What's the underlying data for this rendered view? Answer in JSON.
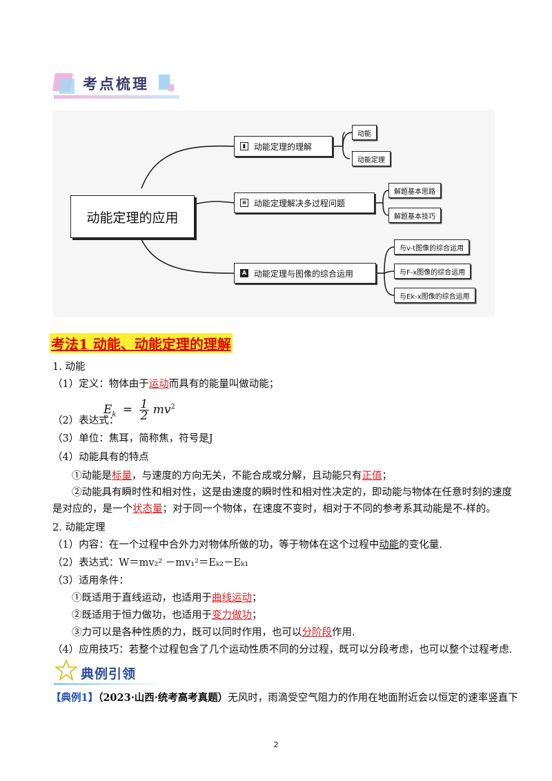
{
  "section_title": "考点梳理",
  "mindmap": {
    "root": "动能定理的应用",
    "branches": [
      {
        "label": "动能定理的理解",
        "icon": "lock-icon",
        "leaves": [
          "动能",
          "动能定理"
        ]
      },
      {
        "label": "动能定理解决多过程问题",
        "icon": "list-icon",
        "leaves": [
          "解题基本思路",
          "解题基本技巧"
        ]
      },
      {
        "label": "动能定理与图像的综合运用",
        "icon": "image-icon",
        "leaves": [
          "与v-t图像的综合运用",
          "与F-x图像的综合运用",
          "与Ek-x图像的综合运用"
        ]
      }
    ]
  },
  "heading": "考法1 动能、动能定理的理解",
  "s1": {
    "title": "1. 动能",
    "def_pre": "（1）定义：物体由于",
    "def_key": "运动",
    "def_post": "而具有的能量叫做动能；",
    "expr_label": "（2）表达式：",
    "formula_lhs": "E",
    "formula_sub": "k",
    "formula_num": "1",
    "formula_den": "2",
    "formula_rhs": "mv",
    "formula_sup": "2",
    "unit": "（3）单位：焦耳，简称焦，符号是J",
    "feat_title": "（4）动能具有的特点",
    "f1_pre": "①动能是",
    "f1_key": "标量",
    "f1_mid": "，与速度的方向无关，不能合成或分解，且动能只有",
    "f1_key2": "正值",
    "f1_post": "；",
    "f2_line1": "②动能具有瞬时性和相对性，这是由速度的瞬时性和相对性决定的，即动能与物体在任意时刻的速度",
    "f2_pre": "是对应的，是一个",
    "f2_key": "状态量",
    "f2_post": "；对于同一个物体，在速度不变时，相对于不同的参考系其动能是不-样的。"
  },
  "s2": {
    "title": "2. 动能定理",
    "content_pre": "（1）内容：在一个过程中合外力对物体所做的功，等于物体在这个过程中",
    "content_key": "动能",
    "content_post": "的变化量.",
    "expr": "（2）表达式：W＝mv₂² －mv₁²＝Eₖ₂－Eₖ₁",
    "cond_title": "（3）适用条件：",
    "c1_pre": "①既适用于直线运动，也适用于",
    "c1_key": "曲线运动",
    "c1_post": "；",
    "c2_pre": "②既适用于恒力做功，也适用于",
    "c2_key": "变力做功",
    "c2_post": "；",
    "c3_pre": "③力可以是各种性质的力，既可以同时作用，也可以",
    "c3_key": "分阶段",
    "c3_post": "作用.",
    "tip": "（4）应用技巧：若整个过程包含了几个运动性质不同的分过程，既可以分段考虑，也可以整个过程考虑."
  },
  "example": {
    "section": "典例引领",
    "tag": "【典例1】",
    "source": "（2023·山西·统考高考真题）",
    "text": "无风时，雨滴受空气阻力的作用在地面附近会以恒定的速率竖直下"
  },
  "page_number": "2",
  "colors": {
    "red": "#e02020",
    "highlight": "#ffee33",
    "blue": "#2a4a9e"
  }
}
